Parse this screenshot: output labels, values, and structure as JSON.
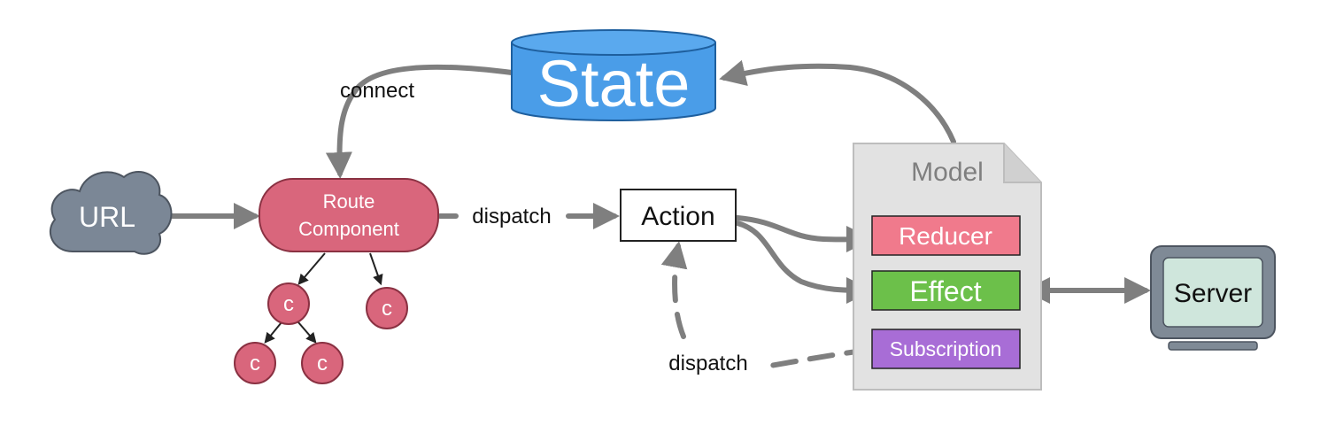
{
  "state": {
    "label": "State"
  },
  "url": {
    "label": "URL"
  },
  "route_component": {
    "line1": "Route",
    "line2": "Component"
  },
  "child_component_label": "c",
  "action": {
    "label": "Action"
  },
  "model": {
    "title": "Model",
    "reducer": "Reducer",
    "effect": "Effect",
    "subscription": "Subscription"
  },
  "server": {
    "label": "Server"
  },
  "edges": {
    "connect": "connect",
    "dispatch_route": "dispatch",
    "dispatch_subscription": "dispatch"
  },
  "colors": {
    "state": "#4a9de8",
    "url_cloud": "#7b8796",
    "route_component": "#d9667c",
    "reducer": "#f07a8c",
    "effect": "#6cc04a",
    "subscription": "#a86dd6",
    "model_page": "#e2e2e2",
    "server_screen": "#cfe6dc",
    "server_frame": "#7f8a96",
    "arrow": "#7f7f7f"
  }
}
